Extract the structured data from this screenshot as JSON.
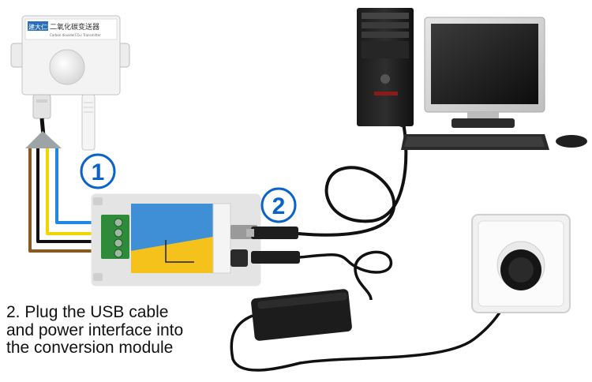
{
  "sensor": {
    "brand_logo": "建大仁科",
    "title": "二氧化碳变送器",
    "subtitle": "Carbon dioxide(CO₂) Transmitter"
  },
  "steps": [
    {
      "number": "1"
    },
    {
      "number": "2"
    }
  ],
  "caption": {
    "line1": "2. Plug the USB cable",
    "line2": "and power interface into",
    "line3": "the conversion module"
  },
  "colors": {
    "step_circle": "#0a63c9",
    "module_blue": "#3f8fd6",
    "module_yellow": "#f4c21a",
    "terminal_green": "#2e8b3a"
  }
}
